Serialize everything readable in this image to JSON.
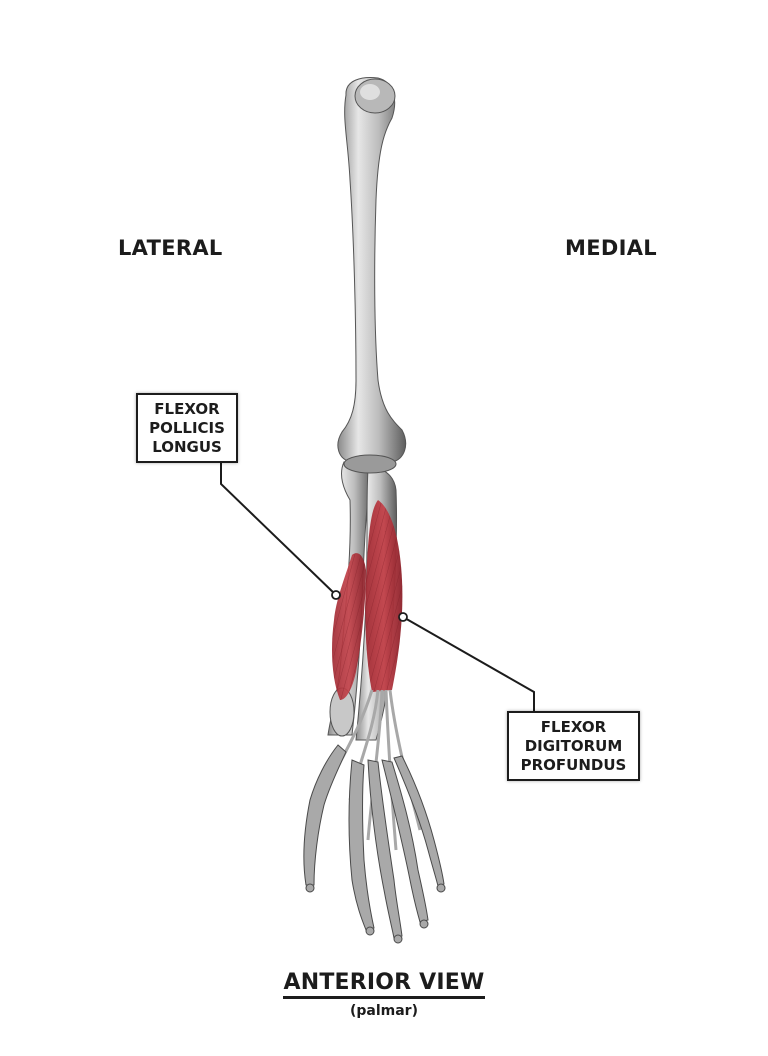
{
  "orientation": {
    "left_label": "LATERAL",
    "right_label": "MEDIAL"
  },
  "callouts": [
    {
      "id": "fpl",
      "lines": [
        "FLEXOR",
        "POLLICIS",
        "LONGUS"
      ],
      "side": "left"
    },
    {
      "id": "fdp",
      "lines": [
        "FLEXOR",
        "DIGITORUM",
        "PROFUNDUS"
      ],
      "side": "right"
    }
  ],
  "view": {
    "title": "ANTERIOR VIEW",
    "subtitle": "(palmar)"
  },
  "colors": {
    "muscle": "#b5323a",
    "bone": "#cfcfcf",
    "bone_shadow": "#6e6e6e",
    "label_text": "#1c1c1c",
    "leader_line": "#1c1c1c"
  }
}
